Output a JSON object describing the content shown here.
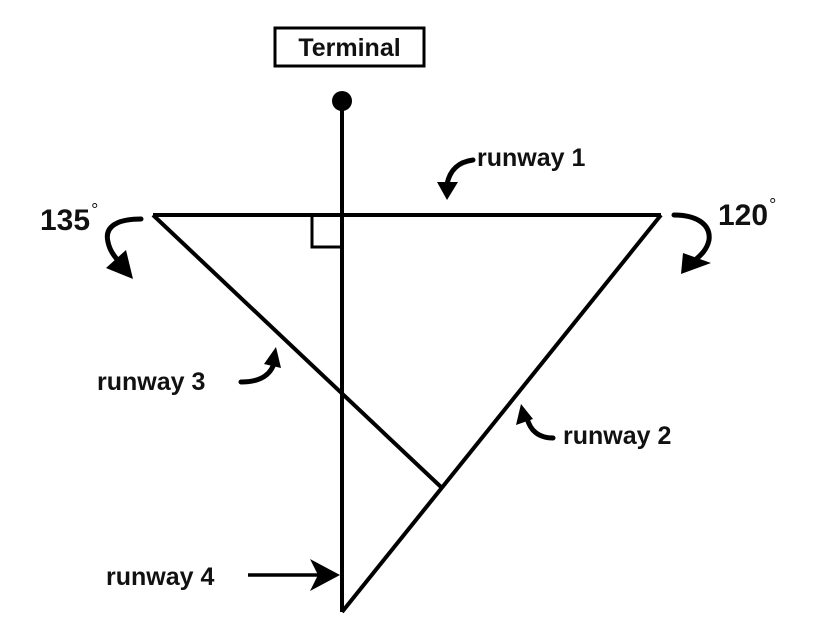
{
  "diagram": {
    "terminal": {
      "label": "Terminal"
    },
    "runways": [
      {
        "id": "runway-1",
        "label": "runway 1"
      },
      {
        "id": "runway-2",
        "label": "runway 2"
      },
      {
        "id": "runway-3",
        "label": "runway 3"
      },
      {
        "id": "runway-4",
        "label": "runway 4"
      }
    ],
    "angles": [
      {
        "id": "left-angle",
        "value": "135",
        "unit": "°"
      },
      {
        "id": "right-angle",
        "value": "120",
        "unit": "°"
      }
    ],
    "right_angle_marker": "runway 1 ⟂ runway 4",
    "colors": {
      "ink": "#000000",
      "background": "#ffffff"
    }
  }
}
